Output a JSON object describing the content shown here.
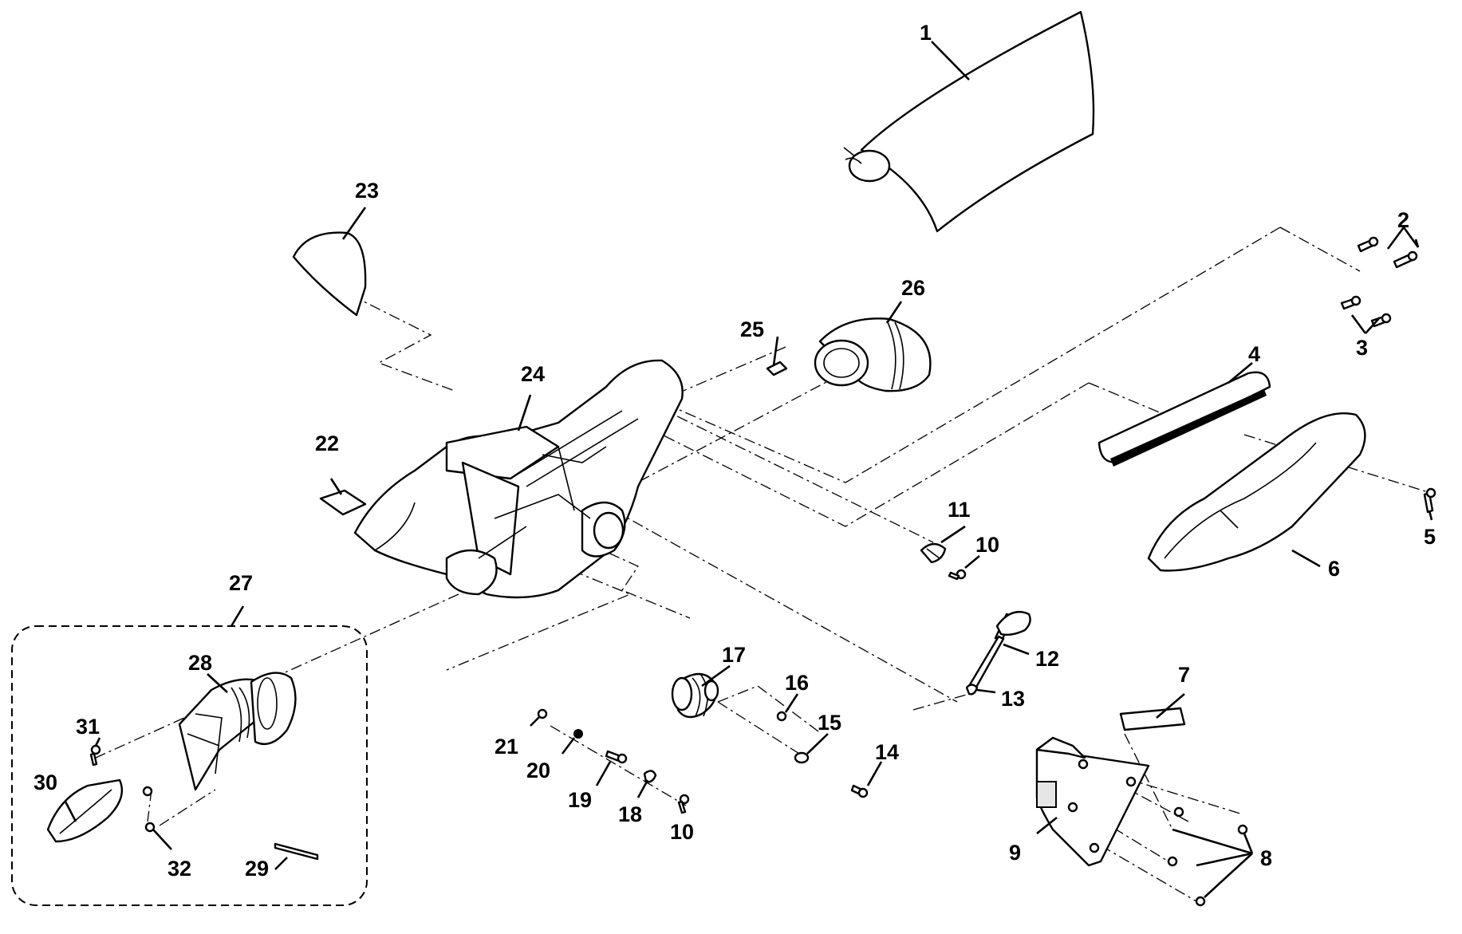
{
  "callouts": {
    "c1": "1",
    "c2": "2",
    "c3": "3",
    "c4": "4",
    "c5": "5",
    "c6": "6",
    "c7": "7",
    "c8": "8",
    "c9": "9",
    "c10a": "10",
    "c10b": "10",
    "c11": "11",
    "c12": "12",
    "c13": "13",
    "c14": "14",
    "c15": "15",
    "c16": "16",
    "c17": "17",
    "c18": "18",
    "c19": "19",
    "c20": "20",
    "c21": "21",
    "c22": "22",
    "c23": "23",
    "c24": "24",
    "c25": "25",
    "c26": "26",
    "c27": "27",
    "c28": "28",
    "c29": "29",
    "c30": "30",
    "c31": "31",
    "c32": "32"
  }
}
